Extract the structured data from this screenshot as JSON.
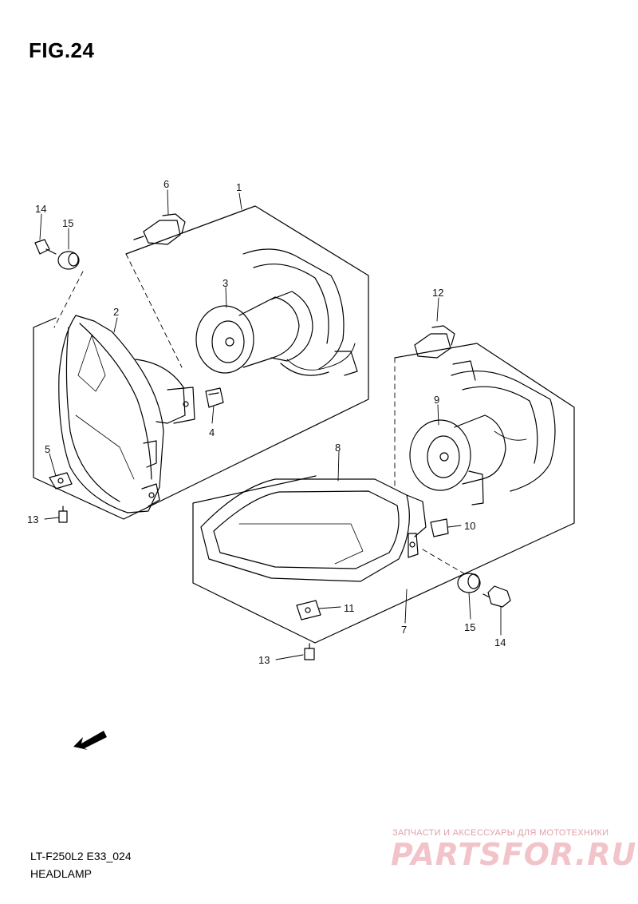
{
  "figure": {
    "title": "FIG.24"
  },
  "callouts": [
    "1",
    "2",
    "3",
    "4",
    "5",
    "6",
    "7",
    "8",
    "9",
    "10",
    "11",
    "12",
    "13",
    "13",
    "14",
    "14",
    "15",
    "15"
  ],
  "labels": {
    "l1": "1",
    "l2": "2",
    "l3": "3",
    "l4": "4",
    "l5": "5",
    "l6": "6",
    "l7": "7",
    "l8": "8",
    "l9": "9",
    "l10": "10",
    "l11": "11",
    "l12": "12",
    "l13a": "13",
    "l13b": "13",
    "l14a": "14",
    "l14b": "14",
    "l15a": "15",
    "l15b": "15"
  },
  "fwd": {
    "text": "FWD",
    "icon": "forward-arrow-icon"
  },
  "footer": {
    "code": "LT-F250L2 E33_024",
    "name": "HEADLAMP"
  },
  "watermark": {
    "subtitle": "ЗАПЧАСТИ И АКСЕССУАРЫ ДЛЯ МОТОТЕХНИКИ",
    "brand": "PARTSFOR.RU",
    "color": "#f2c4ca"
  }
}
